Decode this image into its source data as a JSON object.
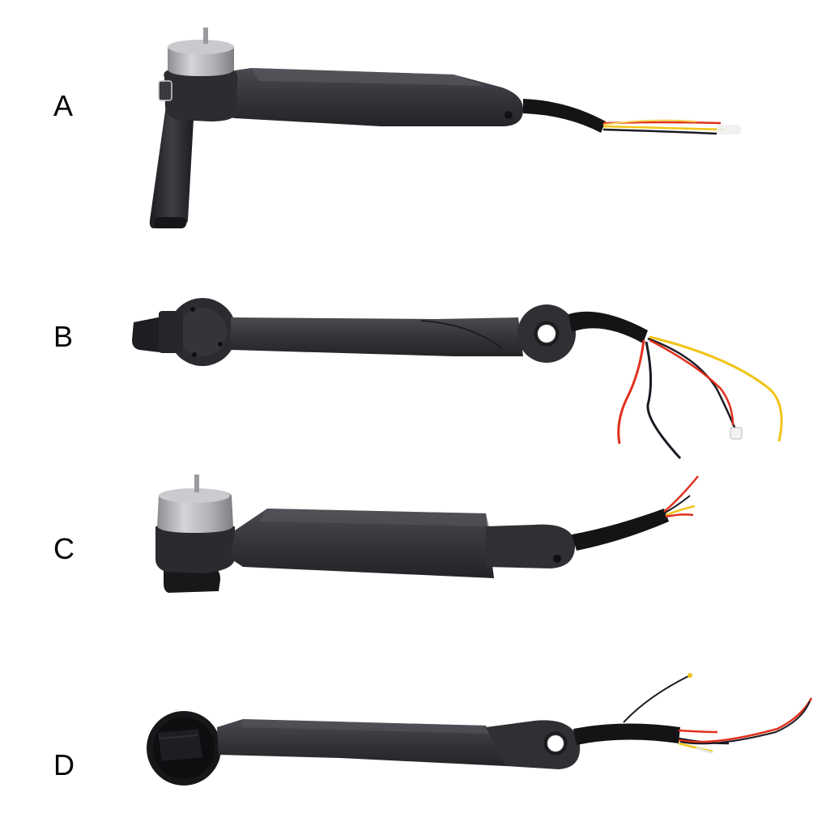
{
  "labels": {
    "a": "A",
    "b": "B",
    "c": "C",
    "d": "D"
  },
  "colors": {
    "background": "#ffffff",
    "arm_dark": "#2a2b2e",
    "arm_mid": "#3a3b3f",
    "arm_light": "#55575c",
    "motor_silver": "#b5b6b9",
    "wire_red": "#e0301e",
    "wire_yellow": "#f0c419",
    "wire_black": "#1a1a22",
    "wire_white": "#e8e8e8"
  },
  "icons": {
    "a": "drone-arm-with-motor-and-leg-icon",
    "b": "drone-arm-bare-mount-icon",
    "c": "drone-arm-with-motor-icon",
    "d": "drone-arm-with-cap-icon"
  }
}
